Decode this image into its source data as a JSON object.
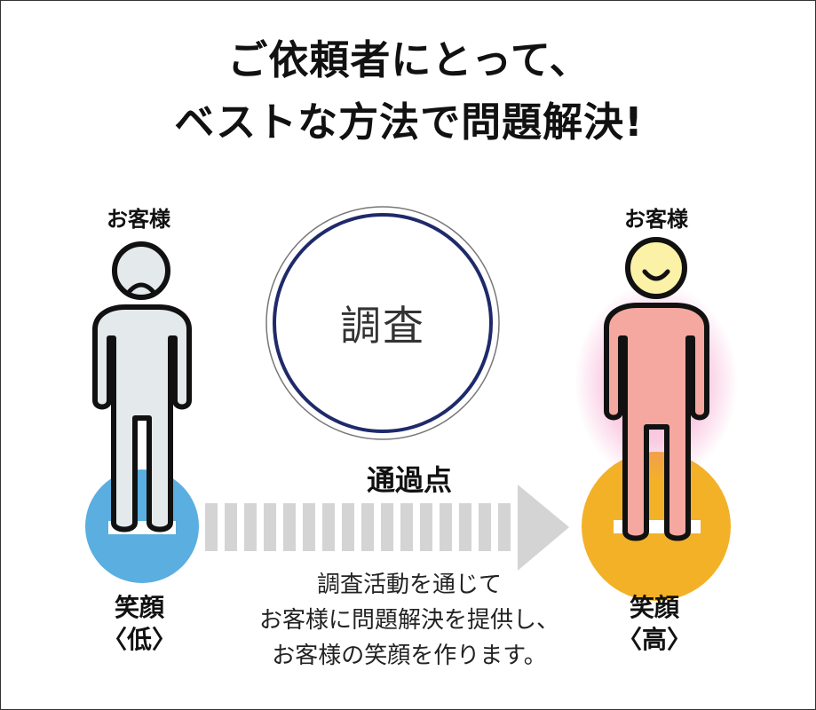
{
  "title": {
    "line1": "ご依頼者にとって、",
    "line2": "ベストな方法で問題解決!"
  },
  "left": {
    "customer_label": "お客様",
    "smile_label_line1": "笑顔",
    "smile_label_line2": "〈低〉",
    "circle_color": "#5aaee0",
    "figure_fill": "#e4e9ec"
  },
  "right": {
    "customer_label": "お客様",
    "smile_label_line1": "笑顔",
    "smile_label_line2": "〈高〉",
    "circle_color": "#f3b128",
    "figure_fill": "#f4a8a0",
    "head_fill": "#fbf1a7"
  },
  "center": {
    "research_label": "調査",
    "research_ring_color": "#1f2a6b",
    "pass_point_label": "通過点",
    "arrow_color": "#d4d4d4",
    "description": [
      "調査活動を通じて",
      "お客様に問題解決を提供し、",
      "お客様の笑顔を作ります。"
    ]
  }
}
